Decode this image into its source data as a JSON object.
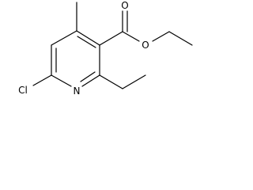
{
  "molecule": {
    "atoms": {
      "O_carbonyl": "O",
      "O_ester": "O",
      "N_ring": "N",
      "Cl": "Cl"
    }
  }
}
